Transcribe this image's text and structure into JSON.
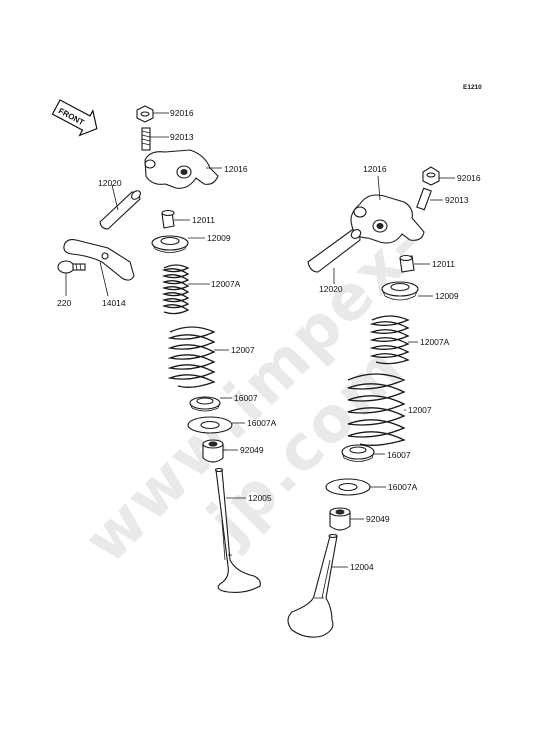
{
  "diagram": {
    "code": "E1210",
    "watermark": "www.impex-jp.com",
    "front_label": "FRONT",
    "labels": {
      "l92016a": "92016",
      "l92013a": "92013",
      "l12016a": "12016",
      "l12020a": "12020",
      "l12011a": "12011",
      "l12009a": "12009",
      "l220": "220",
      "l14014": "14014",
      "l12007Aa": "12007A",
      "l12007a": "12007",
      "l16007a": "16007",
      "l16007Aa": "16007A",
      "l92049a": "92049",
      "l12005": "12005",
      "l12016b": "12016",
      "l92016b": "92016",
      "l92013b": "92013",
      "l12011b": "12011",
      "l12020b": "12020",
      "l12009b": "12009",
      "l12007Ab": "12007A",
      "l12007b": "12007",
      "l16007b": "16007",
      "l16007Ab": "16007A",
      "l92049b": "92049",
      "l12004": "12004"
    }
  }
}
